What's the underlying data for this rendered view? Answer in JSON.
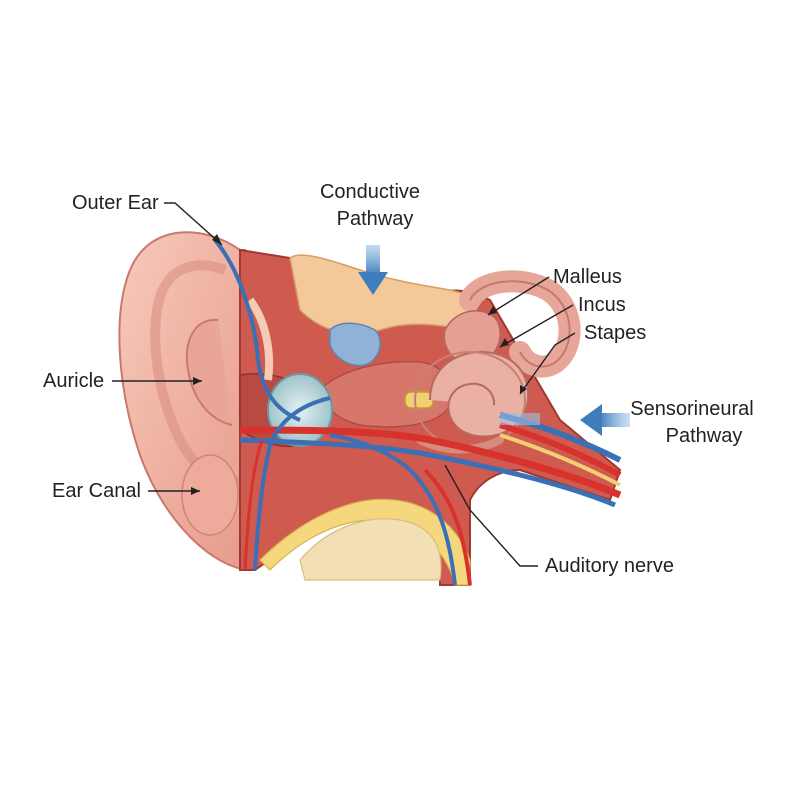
{
  "labels": {
    "outer_ear": "Outer Ear",
    "conductive_line1": "Conductive",
    "conductive_line2": "Pathway",
    "malleus": "Malleus",
    "incus": "Incus",
    "stapes": "Stapes",
    "auricle": "Auricle",
    "sensorineural_line1": "Sensorineural",
    "sensorineural_line2": "Pathway",
    "ear_canal": "Ear Canal",
    "auditory_nerve": "Auditory nerve"
  },
  "colors": {
    "skin": "#f2b6a6",
    "skin_dark": "#d98a7c",
    "tissue": "#c8524a",
    "fat": "#f4d27a",
    "bone": "#f1dcb0",
    "nerve_blue": "#3b6fb6",
    "vessel_red": "#d8322c",
    "arrow_blue": "#5b93c7"
  }
}
